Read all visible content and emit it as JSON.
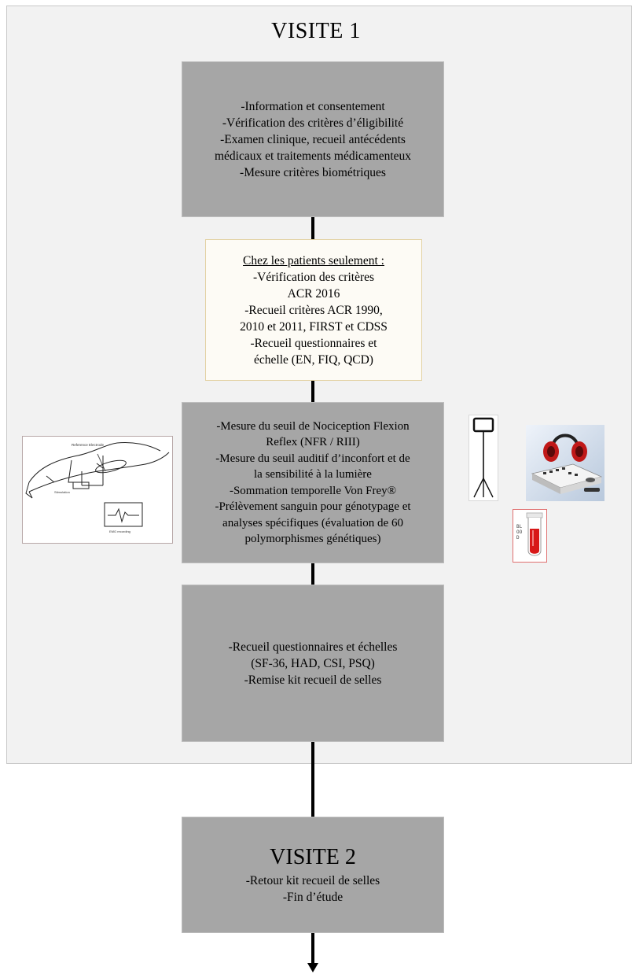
{
  "visit1": {
    "title": "VISITE 1",
    "box1": [
      "-Information et consentement",
      "-Vérification des critères d’éligibilité",
      "-Examen clinique, recueil antécédents",
      "médicaux et traitements médicamenteux",
      "-Mesure critères biométriques"
    ],
    "box2": {
      "heading": "Chez les patients seulement :",
      "lines": [
        "-Vérification des critères",
        "ACR 2016",
        "-Recueil critères ACR 1990,",
        "2010 et 2011, FIRST et CDSS",
        "-Recueil questionnaires et",
        "échelle (EN, FIQ, QCD)"
      ]
    },
    "box3": [
      "-Mesure du seuil de Nociception Flexion",
      "Reflex (NFR / RIII)",
      "-Mesure du seuil auditif d’inconfort et de",
      "la sensibilité à la lumière",
      "-Sommation temporelle Von Frey®",
      "-Prélèvement sanguin pour génotypage et",
      "analyses spécifiques (évaluation de 60",
      "polymorphismes génétiques)"
    ],
    "box4": [
      "-Recueil questionnaires et échelles",
      "(SF-36, HAD, CSI, PSQ)",
      "-Remise kit recueil de selles"
    ]
  },
  "visit2": {
    "title": "VISITE 2",
    "lines": [
      "-Retour kit recueil de selles",
      "-Fin d’étude"
    ]
  },
  "figures": {
    "blood_tube_label": "BLOOD",
    "colors": {
      "panel": "#f2f2f2",
      "grey_box": "#a6a6a6",
      "cream_box": "#fdfbf5",
      "blood": "#d81818"
    }
  }
}
